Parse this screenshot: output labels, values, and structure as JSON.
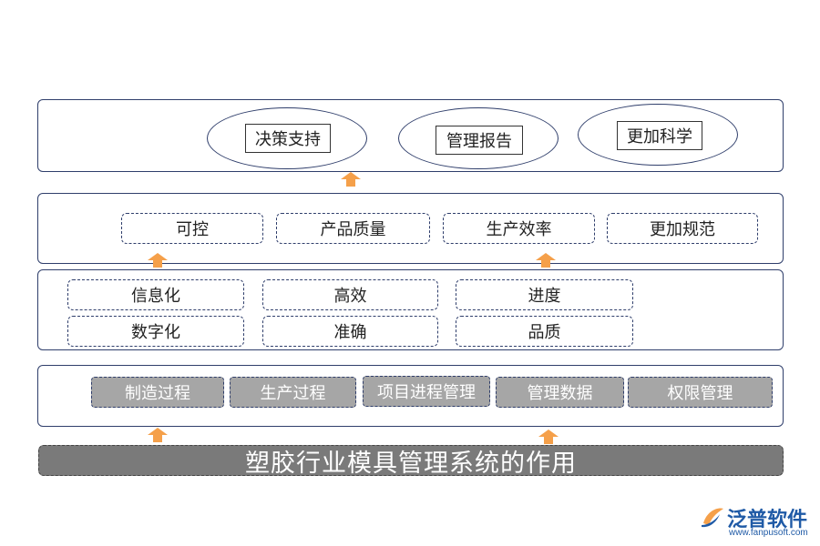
{
  "top_layer": {
    "items": [
      "决策支持",
      "管理报告",
      "更加科学"
    ]
  },
  "second_layer": {
    "items": [
      "可控",
      "产品质量",
      "生产效率",
      "更加规范"
    ]
  },
  "third_layer": {
    "row1": [
      "信息化",
      "高效",
      "进度"
    ],
    "row2": [
      "数字化",
      "准确",
      "品质"
    ]
  },
  "fourth_layer": {
    "items": [
      "制造过程",
      "生产过程",
      "项目进程管理",
      "管理数据",
      "权限管理"
    ]
  },
  "footer": {
    "title": "塑胶行业模具管理系统的作用"
  },
  "brand": {
    "name": "泛普软件",
    "url": "www.fanpusoft.com",
    "logo_icon": "fanpu-logo-icon"
  },
  "colors": {
    "arrow": "#f5a04a",
    "border": "#2f3e6b",
    "gray_box": "#a6a6a6",
    "footer_bar": "#7a7a7a",
    "brand": "#1f5aa6"
  }
}
